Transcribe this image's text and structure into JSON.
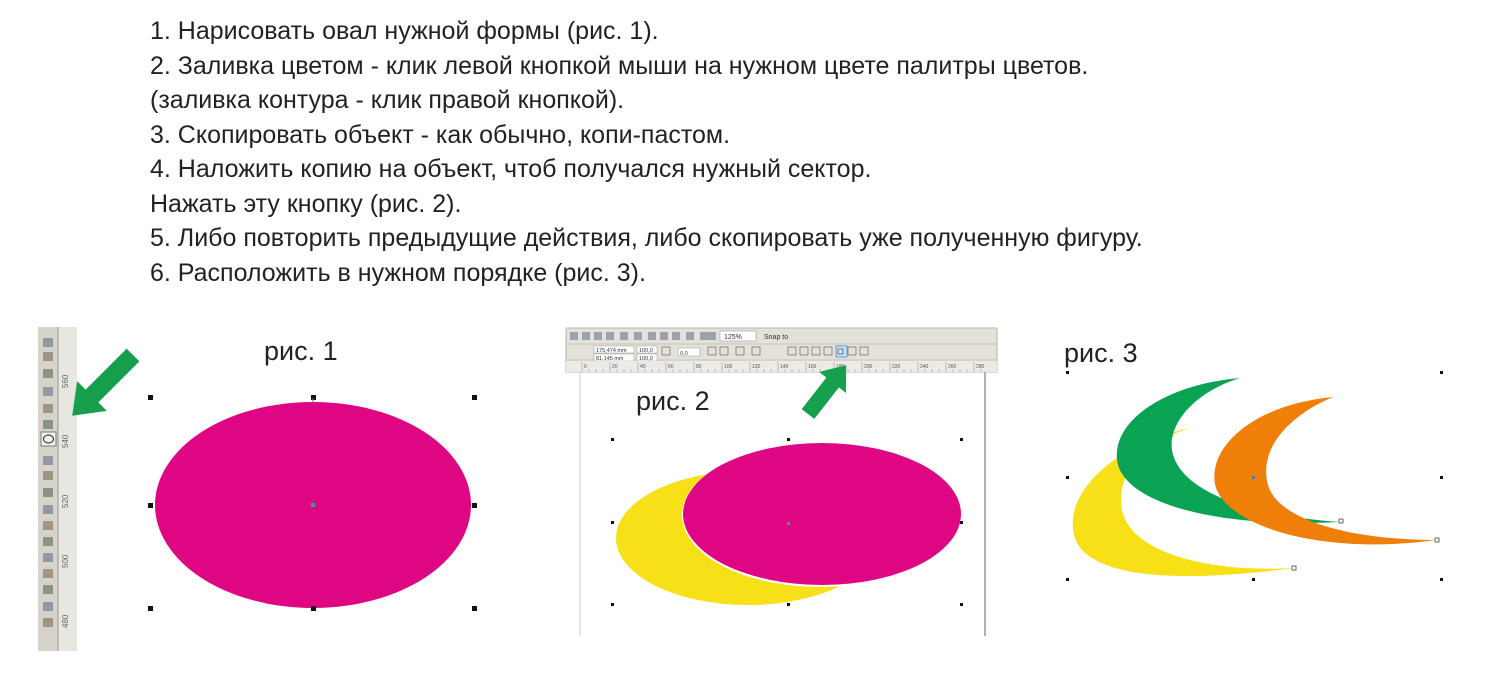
{
  "instructions": [
    "1. Нарисовать овал нужной формы (рис. 1).",
    "2. Заливка цветом - клик левой кнопкой мыши на нужном цвете палитры цветов.",
    "(заливка контура - клик правой кнопкой).",
    "3. Скопировать объект - как обычно, копи-пастом.",
    "4. Наложить копию на объект, чтоб получался нужный сектор.",
    "Нажать эту кнопку (рис. 2).",
    "5. Либо повторить предыдущие действия, либо скопировать уже полученную фигуру.",
    "6. Расположить в нужном порядке (рис. 3)."
  ],
  "figures": {
    "fig1": {
      "label": "рис. 1",
      "ruler_ticks": [
        "560",
        "540",
        "520",
        "500",
        "480"
      ]
    },
    "fig2": {
      "label": "рис. 2",
      "toolbar": {
        "zoom_value": "125%",
        "snap_label": "Snap to",
        "x_value": "175,474 mm",
        "y_value": "81,145 mm",
        "scale_x": "100,0",
        "scale_y": "100,0",
        "angle": "0,0",
        "ruler_numbers": [
          "0",
          "20",
          "40",
          "60",
          "80",
          "100",
          "120",
          "140",
          "160",
          "180",
          "200",
          "220",
          "240",
          "260",
          "280"
        ]
      }
    },
    "fig3": {
      "label": "рис. 3"
    }
  },
  "colors": {
    "magenta": "#de0682",
    "yellow": "#f7e017",
    "green": "#0aa353",
    "orange": "#ef7f08",
    "arrow_green": "#16a04d",
    "panel_gray": "#d6d3cc"
  },
  "icons": [
    "ellipse-tool-icon",
    "back-minus-front-icon",
    "pointer-arrow-icon"
  ]
}
